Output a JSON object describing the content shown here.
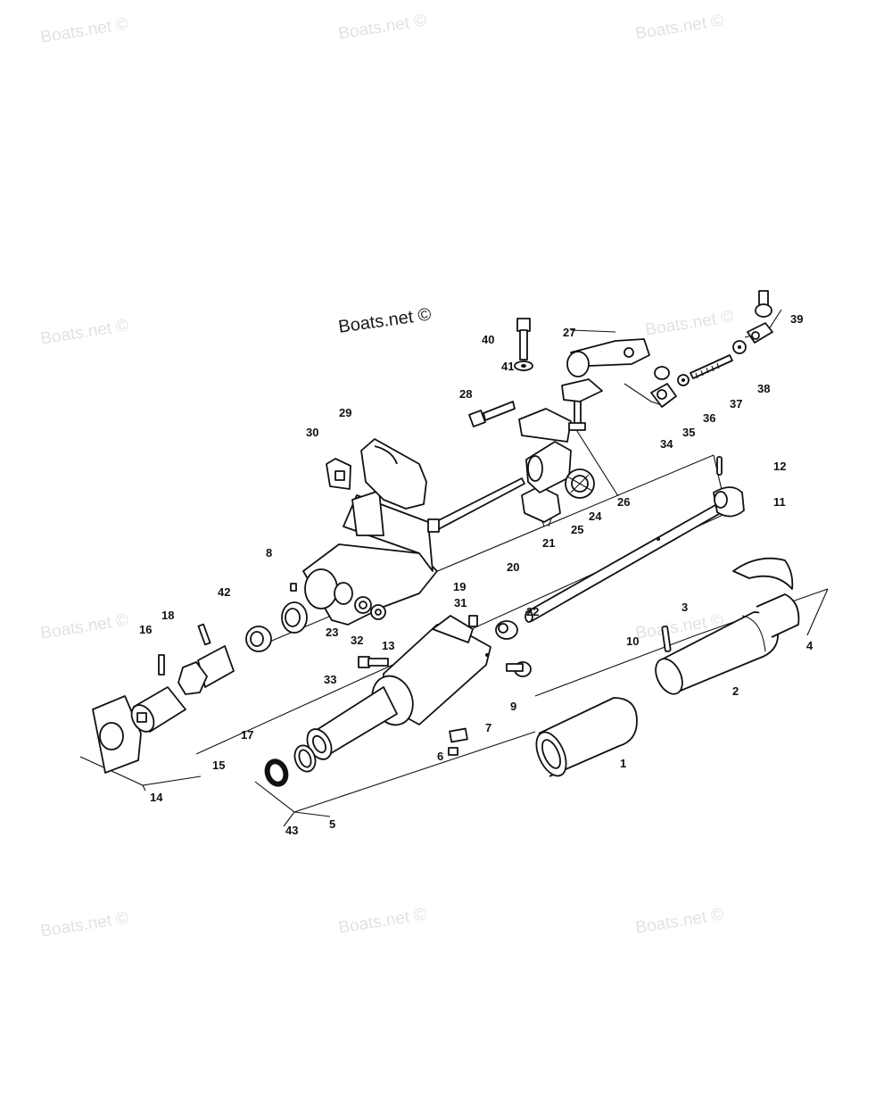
{
  "watermark": "Boats.net ©",
  "callouts": [
    {
      "id": "c1",
      "label": "1"
    },
    {
      "id": "c2",
      "label": "2"
    },
    {
      "id": "c3",
      "label": "3"
    },
    {
      "id": "c4",
      "label": "4"
    },
    {
      "id": "c5",
      "label": "5"
    },
    {
      "id": "c6",
      "label": "6"
    },
    {
      "id": "c7",
      "label": "7"
    },
    {
      "id": "c8",
      "label": "8"
    },
    {
      "id": "c9",
      "label": "9"
    },
    {
      "id": "c10",
      "label": "10"
    },
    {
      "id": "c11",
      "label": "11"
    },
    {
      "id": "c12",
      "label": "12"
    },
    {
      "id": "c13",
      "label": "13"
    },
    {
      "id": "c14",
      "label": "14"
    },
    {
      "id": "c15",
      "label": "15"
    },
    {
      "id": "c16",
      "label": "16"
    },
    {
      "id": "c17",
      "label": "17"
    },
    {
      "id": "c18",
      "label": "18"
    },
    {
      "id": "c19",
      "label": "19"
    },
    {
      "id": "c20",
      "label": "20"
    },
    {
      "id": "c21",
      "label": "21"
    },
    {
      "id": "c22",
      "label": "22"
    },
    {
      "id": "c23",
      "label": "23"
    },
    {
      "id": "c24",
      "label": "24"
    },
    {
      "id": "c25",
      "label": "25"
    },
    {
      "id": "c26",
      "label": "26"
    },
    {
      "id": "c27",
      "label": "27"
    },
    {
      "id": "c28",
      "label": "28"
    },
    {
      "id": "c29",
      "label": "29"
    },
    {
      "id": "c30",
      "label": "30"
    },
    {
      "id": "c31",
      "label": "31"
    },
    {
      "id": "c32",
      "label": "32"
    },
    {
      "id": "c33",
      "label": "33"
    },
    {
      "id": "c34",
      "label": "34"
    },
    {
      "id": "c35",
      "label": "35"
    },
    {
      "id": "c36",
      "label": "36"
    },
    {
      "id": "c37",
      "label": "37"
    },
    {
      "id": "c38",
      "label": "38"
    },
    {
      "id": "c39",
      "label": "39"
    },
    {
      "id": "c40",
      "label": "40"
    },
    {
      "id": "c41",
      "label": "41"
    },
    {
      "id": "c42",
      "label": "42"
    },
    {
      "id": "c43",
      "label": "43"
    }
  ]
}
